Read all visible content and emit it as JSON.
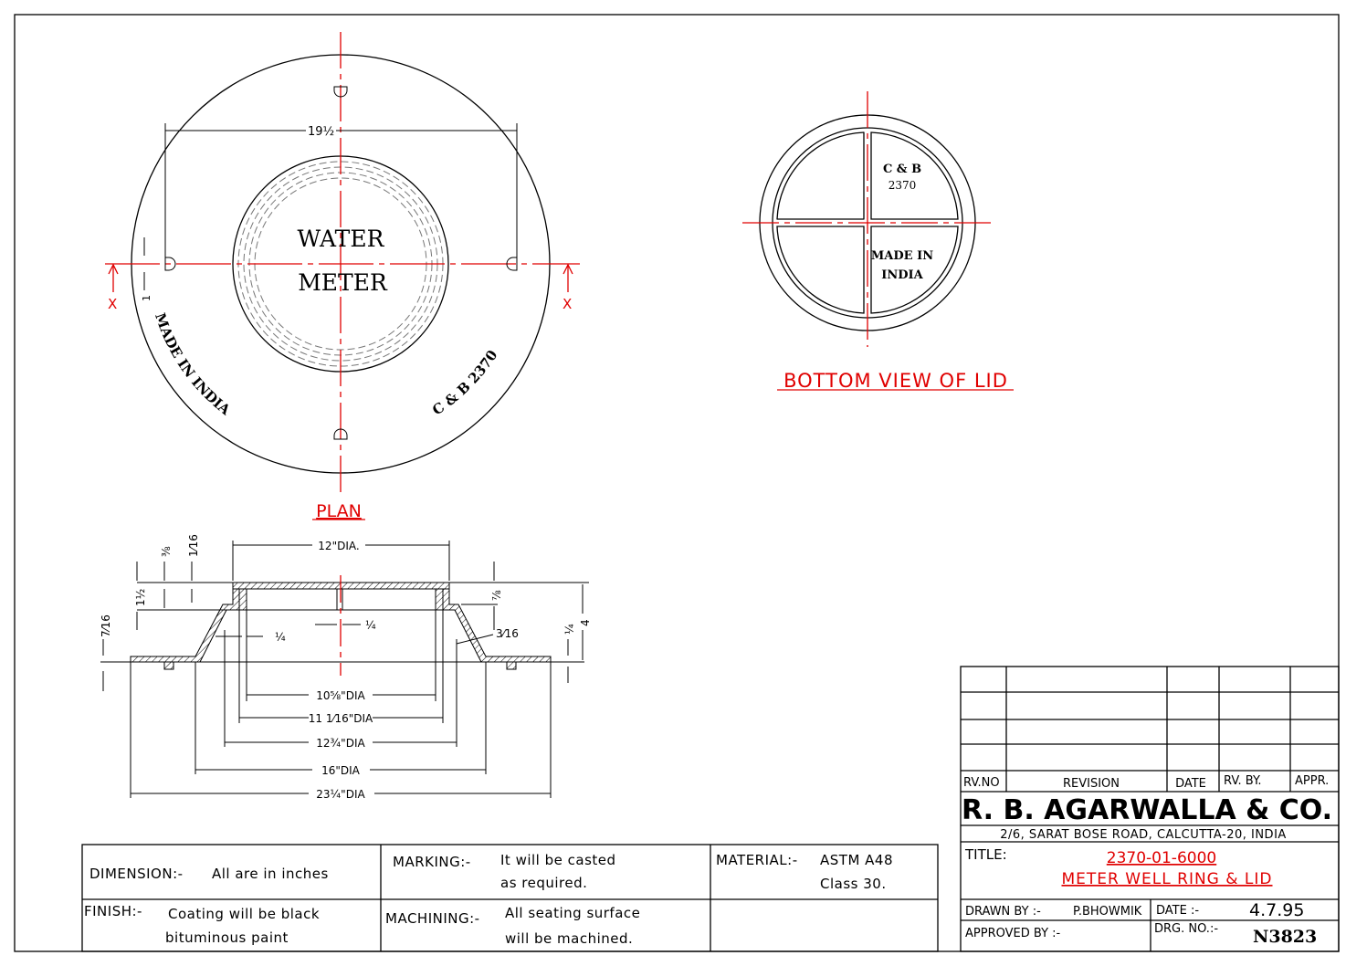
{
  "plan": {
    "title": "PLAN",
    "center_text_1": "WATER",
    "center_text_2": "METER",
    "dim_width": "19½",
    "dim_slot": "1",
    "section_mark_left": "X",
    "section_mark_right": "X",
    "marking_left": "MADE IN INDIA",
    "marking_right": "C & B 2370"
  },
  "bottom_view": {
    "title": "BOTTOM VIEW OF LID",
    "q1_line1": "C & B",
    "q1_line2": "2370",
    "q4_line1": "MADE IN",
    "q4_line2": "INDIA"
  },
  "section": {
    "top_dia": "12\"DIA.",
    "dims_left": [
      "⅜",
      "1⁄16",
      "1½",
      "7⁄16"
    ],
    "dim_quarter_1": "¼",
    "dim_quarter_2": "¼",
    "dim_seven_eighths": "⅞",
    "dim_three_sixteenths": "3⁄16",
    "dim_quarter_right": "¼",
    "dim_height": "4",
    "dias": [
      "10⅝\"DIA",
      "11 1⁄16\"DIA",
      "12¾\"DIA",
      "16\"DIA",
      "23¼\"DIA"
    ]
  },
  "notes": {
    "dimension_label": "DIMENSION:-",
    "dimension_value": "All are in inches",
    "marking_label": "MARKING:-",
    "marking_value_1": "It will be casted",
    "marking_value_2": "as required.",
    "material_label": "MATERIAL:-",
    "material_value_1": "ASTM A48",
    "material_value_2": "Class 30.",
    "finish_label": "FINISH:-",
    "finish_value_1": "Coating will be black",
    "finish_value_2": "bituminous paint",
    "machining_label": "MACHINING:-",
    "machining_value_1": "All seating surface",
    "machining_value_2": "will be machined."
  },
  "title_block": {
    "rev_headers": [
      "RV.NO",
      "REVISION",
      "DATE",
      "RV. BY.",
      "APPR."
    ],
    "company": "R. B. AGARWALLA & CO.",
    "address": "2/6, SARAT BOSE ROAD, CALCUTTA-20, INDIA",
    "title_label": "TITLE:",
    "title_number": "2370-01-6000",
    "title_name": "METER WELL RING & LID",
    "drawn_by_label": "DRAWN BY :-",
    "drawn_by": "P.BHOWMIK",
    "date_label": "DATE :-",
    "date": "4.7.95",
    "approved_by_label": "APPROVED BY :-",
    "drg_no_label": "DRG. NO.:-",
    "drg_no": "N3823"
  }
}
